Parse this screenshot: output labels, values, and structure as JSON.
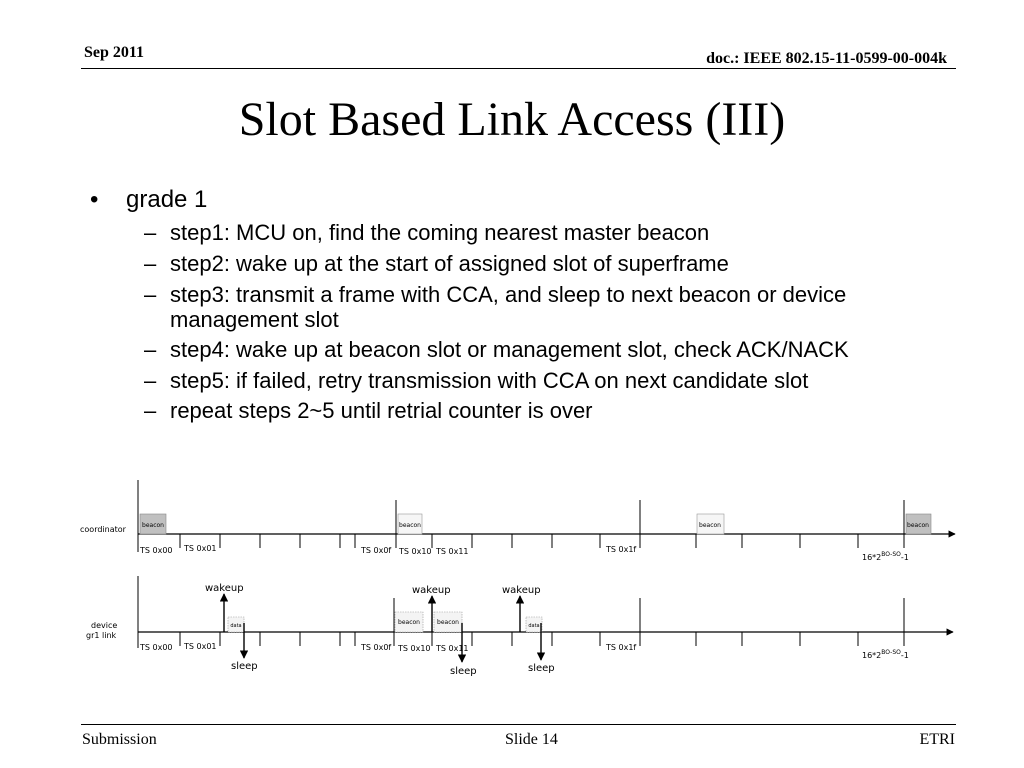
{
  "header": {
    "date": "Sep 2011",
    "doc": "doc.: IEEE 802.15-11-0599-00-004k"
  },
  "title": "Slot Based Link Access (III)",
  "bullet": "grade 1",
  "steps": [
    "step1: MCU on, find the coming nearest master beacon",
    "step2: wake up at the start of assigned slot of superframe",
    "step3: transmit a frame with CCA, and sleep to next beacon or device",
    "management slot",
    "step4: wake up at beacon slot or management slot, check ACK/NACK",
    "step5: if failed, retry transmission with CCA on next candidate slot",
    "repeat steps 2~5 until retrial counter is over"
  ],
  "dash": "–",
  "bullet_symbol": "•",
  "diagram": {
    "coordinator_label": "coordinator",
    "device_label_1": "device",
    "device_label_2": "gr1   link",
    "beacon": "beacon",
    "data": "data",
    "wakeup": "wakeup",
    "sleep": "sleep",
    "ts": {
      "t00": "TS 0x00",
      "t01": "TS 0x01",
      "t0f": "TS 0x0f",
      "t10": "TS 0x10",
      "t11": "TS 0x11",
      "t1f": "TS 0x1f"
    },
    "formula_base": "16*2",
    "formula_sup": "BO-SO",
    "formula_tail": "-1"
  },
  "footer": {
    "left": "Submission",
    "middle": "Slide 14",
    "right": "ETRI"
  }
}
